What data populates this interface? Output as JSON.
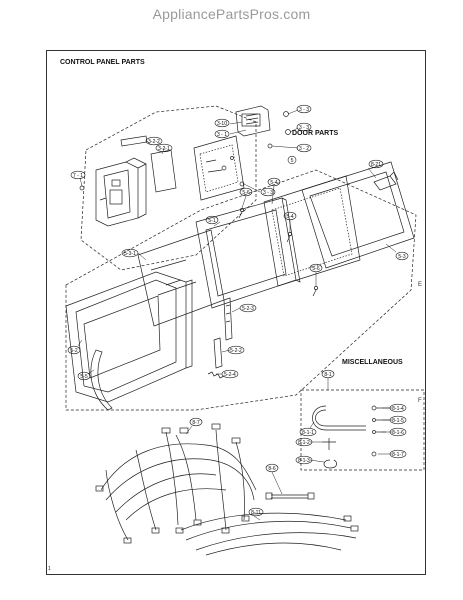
{
  "watermark": "AppliancePartsPros.com",
  "section_labels": {
    "control_panel": "CONTROL PANEL PARTS",
    "door": "DOOR PARTS",
    "misc": "MISCELLANEOUS"
  },
  "edge_letters": {
    "right": [
      "E",
      "F"
    ]
  },
  "corner_mark": "1",
  "callouts": {
    "c_3_3a": "3 - 3",
    "c_3_10": "3-10",
    "c_3_1": "3 - 1",
    "c_3_3b": "3 - 3",
    "c_3_2": "3 - 2",
    "c_3_2_2": "3-2-2",
    "c_3_2_1": "3-2-1",
    "c_7_1": "7 - 1",
    "c_3_3c": "3 - 3",
    "c_5": "5",
    "c_8_21": "8-21",
    "c_5_4a": "5-4",
    "c_5_4b": "5-4",
    "c_5_1": "5-1",
    "c_5_6a": "5-6",
    "c_5_3_1": "5-3-1",
    "c_5_3": "5-3",
    "c_5_6b": "5-6",
    "c_5_2_3": "5-2-3",
    "c_5_2": "5-2",
    "c_5_2_2": "5-2-2",
    "c_5_2_4": "5-2-4",
    "c_5_5": "5-5",
    "c_8_1": "8-1",
    "c_8_1_1": "8-1-1",
    "c_8_1_4": "8-1-4",
    "c_8_1_5": "8-1-5",
    "c_8_1_6": "8-1-6",
    "c_8_1_2": "8-1-2",
    "c_8_1_3": "8-1-3",
    "c_8_1_7": "8-1-7",
    "c_8_7": "8-7",
    "c_8_6": "8-6",
    "c_8_11": "8-11"
  }
}
